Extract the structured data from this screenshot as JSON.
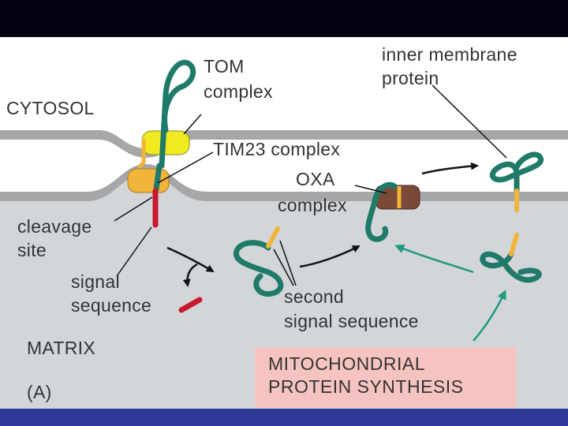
{
  "diagram": {
    "labels": {
      "tom": [
        "TOM",
        "complex"
      ],
      "cytosol": "CYTOSOL",
      "tim23": "TIM23 complex",
      "inner_membrane_protein": [
        "inner membrane",
        "protein"
      ],
      "oxa": [
        "OXA",
        "complex"
      ],
      "cleavage_site": [
        "cleavage",
        "site"
      ],
      "signal_sequence": [
        "signal",
        "sequence"
      ],
      "second_signal_sequence": [
        "second",
        "signal sequence"
      ],
      "matrix": "MATRIX",
      "panel": "(A)",
      "synthesis": [
        "MITOCHONDRIAL",
        "PROTEIN SYNTHESIS"
      ]
    },
    "colors": {
      "membrane": "#a6a7a9",
      "matrix": "#d3d6d9",
      "protein_chain": "#1f7a6a",
      "signal_sequence": "#c8182e",
      "hydrophobic_segment": "#f2b43a",
      "tom_complex": "#f2ea20",
      "tim23_complex": "#f2b43a",
      "oxa_complex": "#7a4a38",
      "synthesis_box": "#f6c4c0",
      "pathway_arrow": "#1f9a80"
    }
  }
}
